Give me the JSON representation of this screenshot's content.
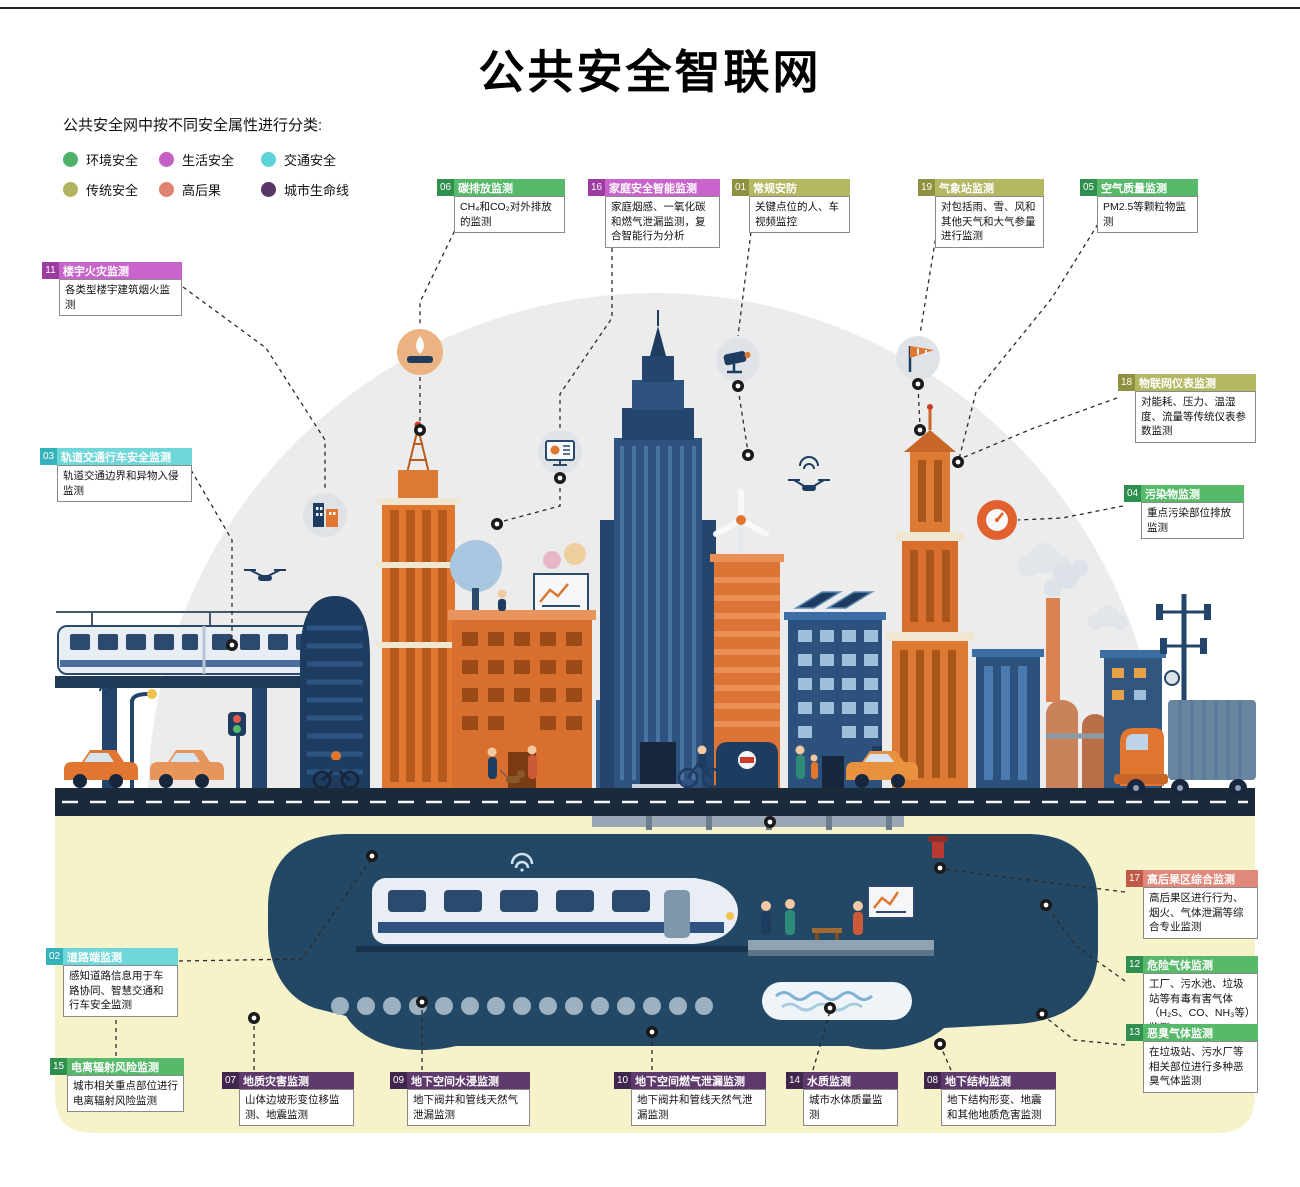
{
  "page": {
    "title": "公共安全智联网",
    "subtitle": "公共安全网中按不同安全属性进行分类:"
  },
  "legend": {
    "items": [
      {
        "label": "环境安全",
        "color": "#4db06b"
      },
      {
        "label": "生活安全",
        "color": "#c45fc4"
      },
      {
        "label": "交通安全",
        "color": "#5bd3d8"
      },
      {
        "label": "传统安全",
        "color": "#b3b45f"
      },
      {
        "label": "高后果",
        "color": "#e08273"
      },
      {
        "label": "城市生命线",
        "color": "#5a3666"
      }
    ]
  },
  "callouts": [
    {
      "num": "01",
      "title": "常规安防",
      "category": "传统安全",
      "desc": "关键点位的人、车视频监控"
    },
    {
      "num": "02",
      "title": "道路端监测",
      "category": "交通安全",
      "desc": "感知道路信息用于车路协同、智慧交通和行车安全监测"
    },
    {
      "num": "03",
      "title": "轨道交通行车安全监测",
      "category": "交通安全",
      "desc": "轨道交通边界和异物入侵监测"
    },
    {
      "num": "04",
      "title": "污染物监测",
      "category": "环境安全",
      "desc": "重点污染部位排放监测"
    },
    {
      "num": "05",
      "title": "空气质量监测",
      "category": "环境安全",
      "desc": "PM2.5等颗粒物监测"
    },
    {
      "num": "06",
      "title": "碳排放监测",
      "category": "环境安全",
      "desc": "CH₄和CO₂对外排放的监测"
    },
    {
      "num": "07",
      "title": "地质灾害监测",
      "category": "城市生命线",
      "desc": "山体边坡形变位移监测、地震监测"
    },
    {
      "num": "08",
      "title": "地下结构监测",
      "category": "城市生命线",
      "desc": "地下结构形变、地震和其他地质危害监测"
    },
    {
      "num": "09",
      "title": "地下空间水浸监测",
      "category": "城市生命线",
      "desc": "地下阀井和管线天然气泄漏监测"
    },
    {
      "num": "10",
      "title": "地下空间燃气泄漏监测",
      "category": "城市生命线",
      "desc": "地下阀井和管线天然气泄漏监测"
    },
    {
      "num": "11",
      "title": "楼宇火灾监测",
      "category": "生活安全",
      "desc": "各类型楼宇建筑烟火监测"
    },
    {
      "num": "12",
      "title": "危险气体监测",
      "category": "环境安全",
      "desc": "工厂、污水池、垃圾站等有毒有害气体（H₂S、CO、NH₃等）监测"
    },
    {
      "num": "13",
      "title": "恶臭气体监测",
      "category": "环境安全",
      "desc": "在垃圾站、污水厂等相关部位进行多种恶臭气体监测"
    },
    {
      "num": "14",
      "title": "水质监测",
      "category": "城市生命线",
      "desc": "城市水体质量监测"
    },
    {
      "num": "15",
      "title": "电离辐射风险监测",
      "category": "环境安全",
      "desc": "城市相关重点部位进行电离辐射风险监测"
    },
    {
      "num": "16",
      "title": "家庭安全智能监测",
      "category": "生活安全",
      "desc": "家庭烟感、一氧化碳和燃气泄漏监测，复合智能行为分析"
    },
    {
      "num": "17",
      "title": "高后果区综合监测",
      "category": "高后果",
      "desc": "高后果区进行行为、烟火、气体泄漏等综合专业监测"
    },
    {
      "num": "18",
      "title": "物联网仪表监测",
      "category": "传统安全",
      "desc": "对能耗、压力、温湿度、流量等传统仪表参数监测"
    },
    {
      "num": "19",
      "title": "气象站监测",
      "category": "传统安全",
      "desc": "对包括雨、雪、风和其他天气和大气参量进行监测"
    }
  ],
  "icons": [
    "carbon-emission-icon",
    "smart-home-icon",
    "cctv-camera-icon",
    "windsock-icon",
    "building-monitor-icon",
    "pressure-gauge-icon",
    "drone-icon",
    "wind-turbine-icon",
    "wifi-icon",
    "sensor-dot"
  ]
}
